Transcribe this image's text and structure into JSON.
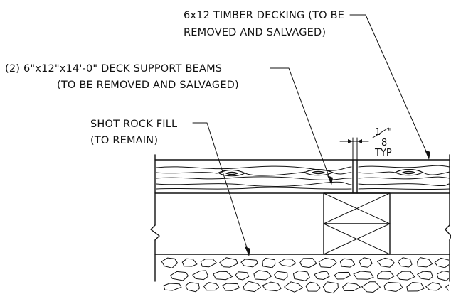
{
  "drawing": {
    "labels": {
      "decking_line1": "6x12 TIMBER DECKING (TO BE",
      "decking_line2": "REMOVED AND SALVAGED)",
      "beams_line1": "(2) 6\"x12\"x14'-0\" DECK SUPPORT BEAMS",
      "beams_line2": "(TO BE REMOVED AND SALVAGED)",
      "fill_line1": "SHOT ROCK FILL",
      "fill_line2": "(TO REMAIN)",
      "gap_numerator": "1",
      "gap_denominator": "8",
      "gap_inch": "\"",
      "gap_typ": "TYP"
    },
    "colors": {
      "ink": "#111111",
      "background": "#ffffff"
    }
  }
}
